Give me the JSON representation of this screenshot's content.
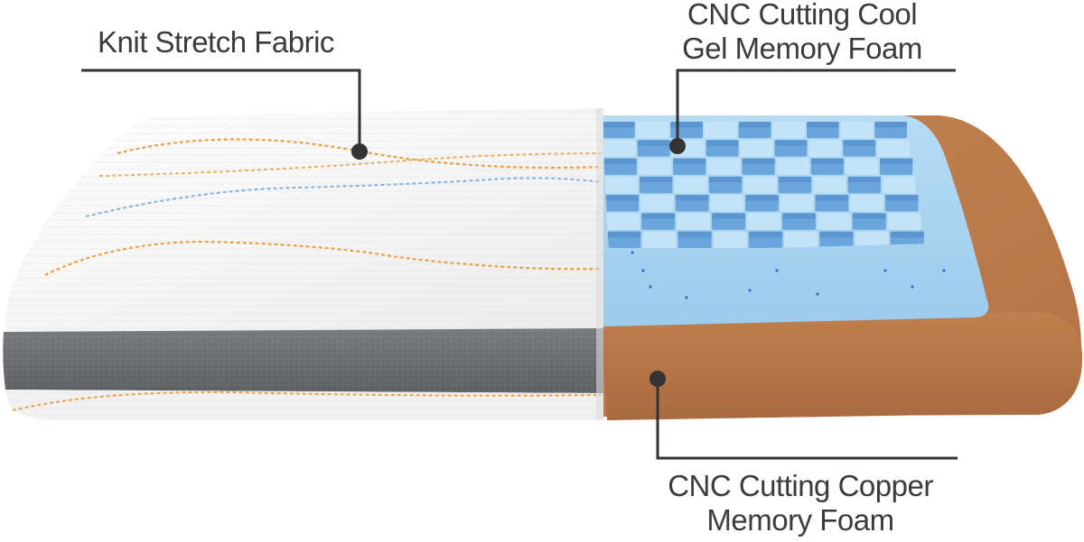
{
  "callouts": {
    "fabric": {
      "line1": "Knit Stretch Fabric"
    },
    "gel": {
      "line1": "CNC Cutting Cool",
      "line2": "Gel Memory Foam"
    },
    "copper": {
      "line1": "CNC Cutting Copper",
      "line2": "Memory Foam"
    }
  },
  "colors": {
    "text": "#3b3b3b",
    "leader": "#333333",
    "fabric_white": "#f4f4f4",
    "fabric_gray": "#6d6f72",
    "stitch_orange": "#e6a34a",
    "stitch_blue": "#7fb2e3",
    "gel_blue": "#a9d2ef",
    "gel_cell_dark": "#5f9dd6",
    "copper": "#b8784a"
  }
}
